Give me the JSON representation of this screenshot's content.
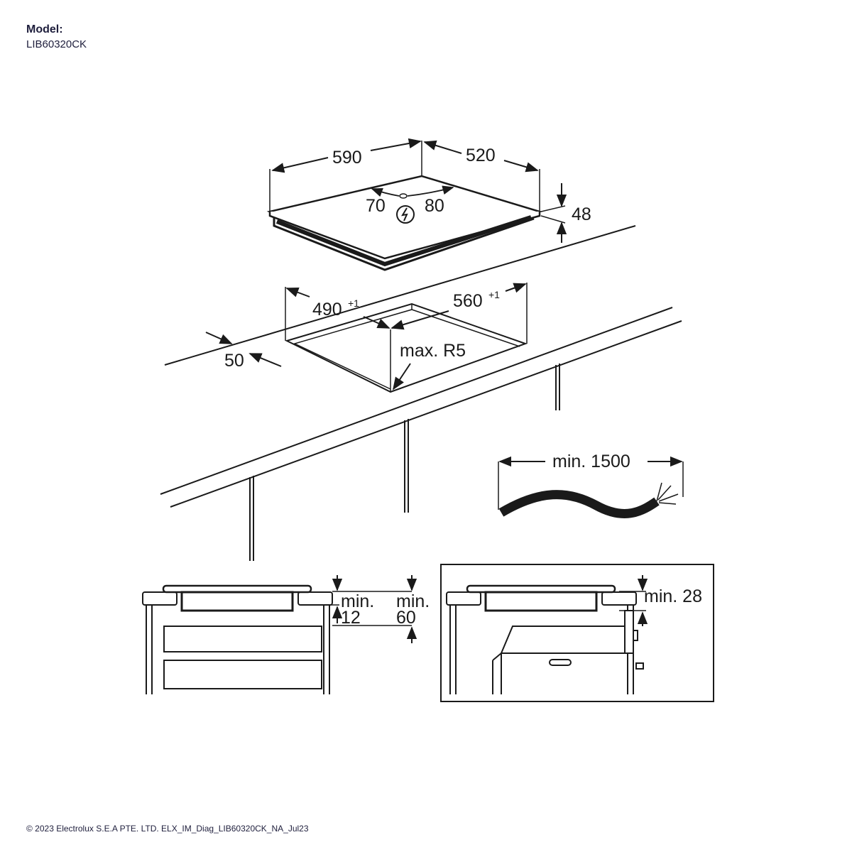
{
  "header": {
    "model_label": "Model:",
    "model_value": "LIB60320CK"
  },
  "hob": {
    "width": "590",
    "depth": "520",
    "height": "48",
    "conn_left": "70",
    "conn_right": "80"
  },
  "cutout": {
    "depth": "490",
    "depth_tol": "+1",
    "width": "560",
    "width_tol": "+1",
    "edge": "50",
    "radius": "max. R5"
  },
  "cable": {
    "length": "min. 1500"
  },
  "section_left": {
    "min_a_label": "min.",
    "min_a_value": "12",
    "min_b_label": "min.",
    "min_b_value": "60"
  },
  "section_right": {
    "min_label": "min. 28"
  },
  "footer": {
    "copyright": "© 2023 Electrolux S.E.A PTE. LTD. ELX_IM_Diag_LIB60320CK_NA_Jul23"
  },
  "colors": {
    "line": "#1a1a1a",
    "text_header": "#1e1e3c"
  }
}
